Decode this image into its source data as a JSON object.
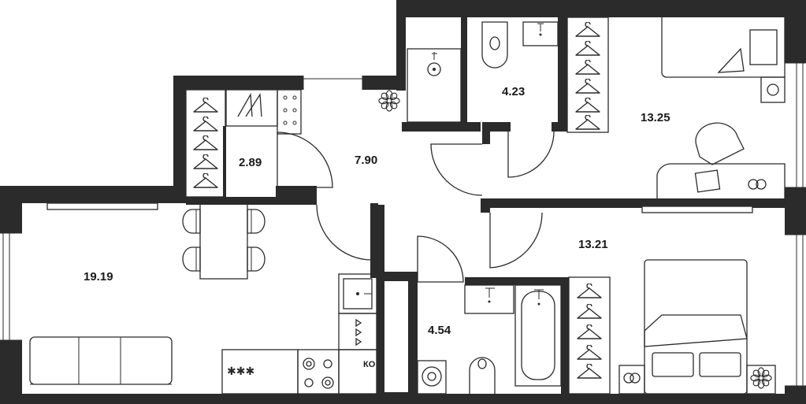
{
  "rooms": [
    {
      "id": "living-kitchen",
      "area": "19.19"
    },
    {
      "id": "wardrobe",
      "area": "2.89"
    },
    {
      "id": "hallway",
      "area": "7.90"
    },
    {
      "id": "bathroom-wc",
      "area": "4.23"
    },
    {
      "id": "bedroom-top",
      "area": "13.25"
    },
    {
      "id": "bedroom-bottom",
      "area": "13.21"
    },
    {
      "id": "bathroom-tub",
      "area": "4.54"
    }
  ],
  "labels": {
    "boiler": "КО"
  },
  "icons": {
    "plant": "flower-icon",
    "hanger": "hanger-icon",
    "stove": "stove-icon"
  },
  "colors": {
    "wall": "#2b2b2b",
    "background": "#ffffff"
  }
}
